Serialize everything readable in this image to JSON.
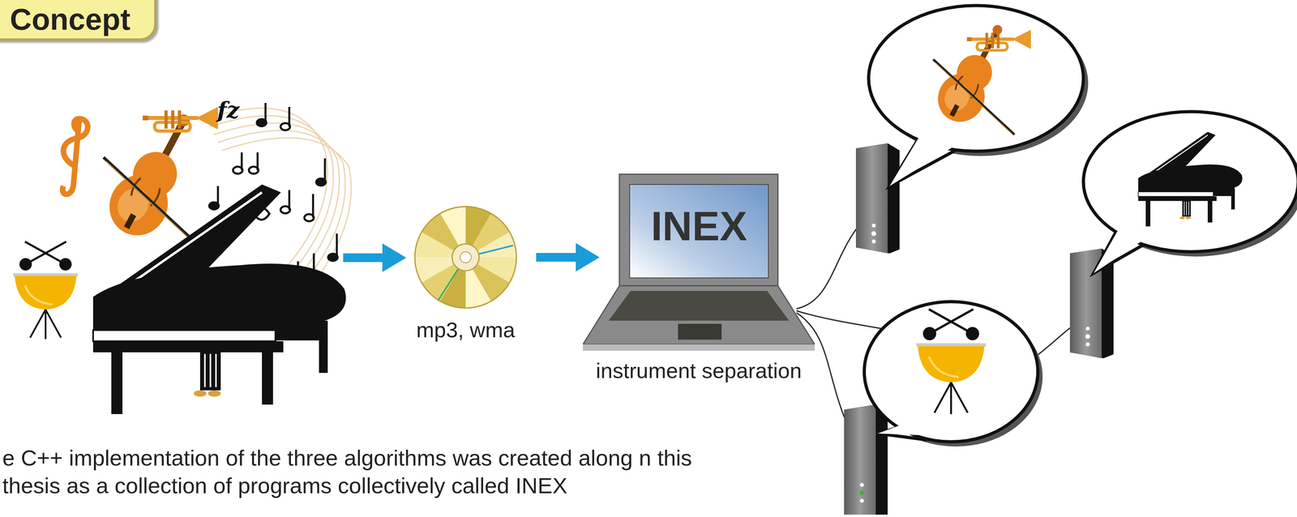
{
  "diagram": {
    "title": "Concept",
    "nodes": [
      {
        "text": [
          "mp3, wma"
        ]
      },
      {
        "text": [
          "INEX",
          "instrument separation"
        ]
      }
    ],
    "edges": [
      {
        "from": 0,
        "to": 1,
        "arrow": "to"
      }
    ],
    "labels": [
      "fz",
      "e C++ implementation of the three algorithms was created along n this thesis as a collection of programs collectively called INEX"
    ]
  }
}
